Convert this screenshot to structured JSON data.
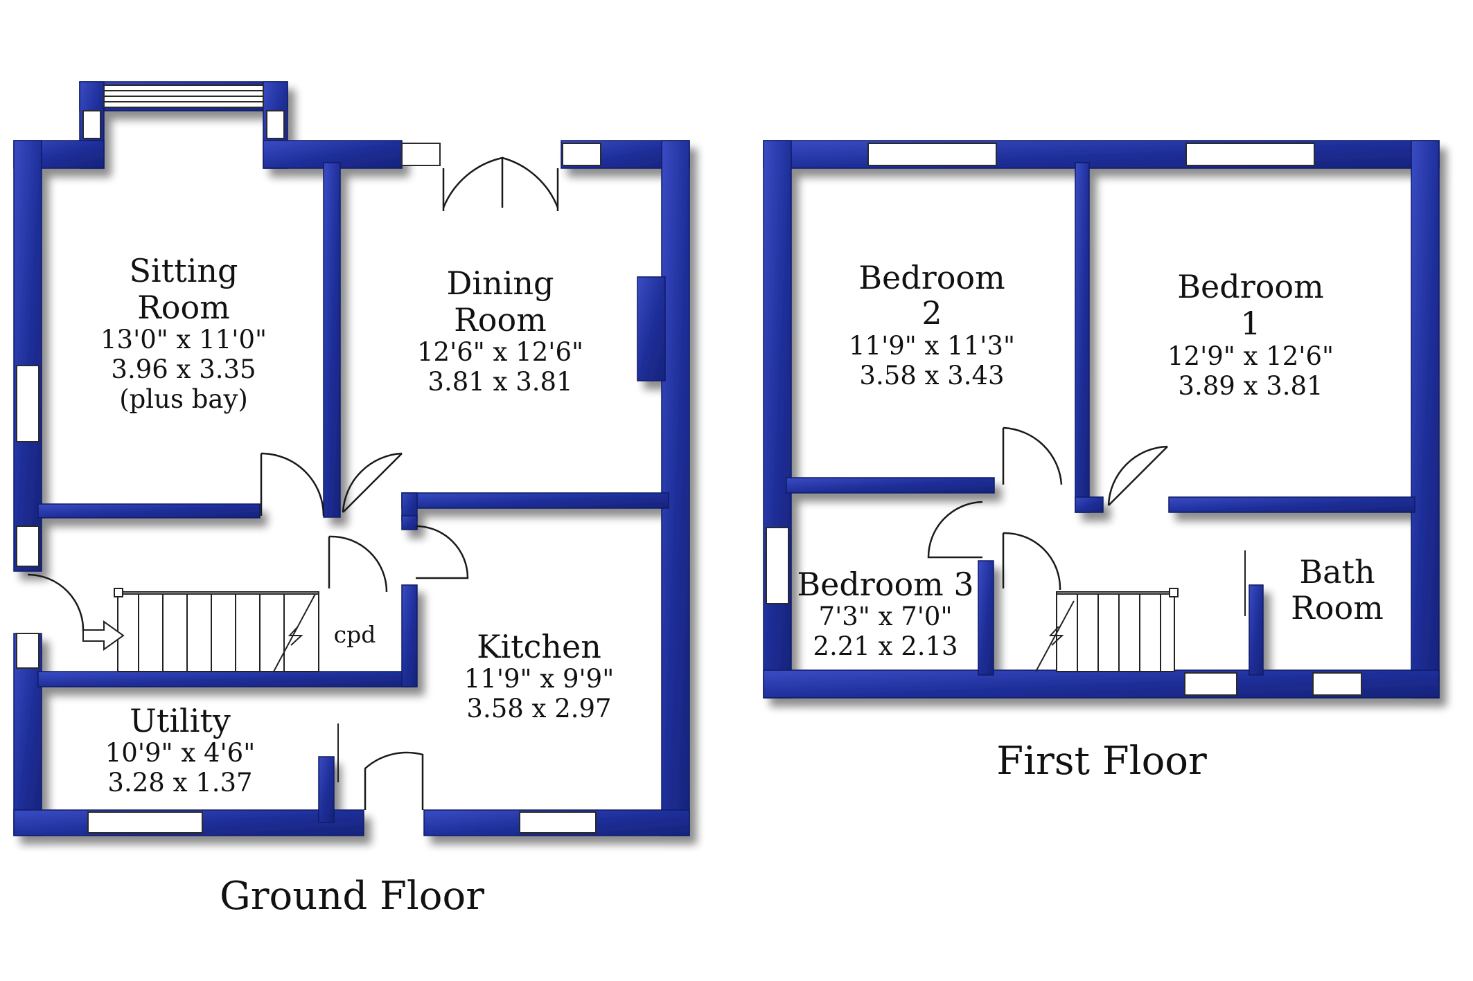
{
  "colors": {
    "wall": "#1f2f9a",
    "wall_highlight": "#4a5cd4",
    "wall_shadow": "#b7b7b7",
    "window": "#ffffff",
    "background": "#ffffff"
  },
  "ground_floor": {
    "label": "Ground Floor",
    "rooms": {
      "sitting": {
        "name_line1": "Sitting",
        "name_line2": "Room",
        "dim_imperial": "13'0\" x 11'0\"",
        "dim_metric": "3.96 x 3.35",
        "note": "(plus bay)"
      },
      "dining": {
        "name_line1": "Dining",
        "name_line2": "Room",
        "dim_imperial": "12'6\" x 12'6\"",
        "dim_metric": "3.81 x 3.81"
      },
      "kitchen": {
        "name": "Kitchen",
        "dim_imperial": "11'9\" x 9'9\"",
        "dim_metric": "3.58 x 2.97"
      },
      "utility": {
        "name": "Utility",
        "dim_imperial": "10'9\" x 4'6\"",
        "dim_metric": "3.28 x 1.37"
      },
      "cupboard": {
        "name": "cpd"
      }
    }
  },
  "first_floor": {
    "label": "First Floor",
    "rooms": {
      "bedroom2": {
        "name_line1": "Bedroom",
        "name_line2": "2",
        "dim_imperial": "11'9\" x 11'3\"",
        "dim_metric": "3.58 x 3.43"
      },
      "bedroom1": {
        "name_line1": "Bedroom",
        "name_line2": "1",
        "dim_imperial": "12'9\" x 12'6\"",
        "dim_metric": "3.89 x 3.81"
      },
      "bedroom3": {
        "name": "Bedroom 3",
        "dim_imperial": "7'3\" x 7'0\"",
        "dim_metric": "2.21 x 2.13"
      },
      "bathroom": {
        "name_line1": "Bath",
        "name_line2": "Room"
      }
    }
  }
}
